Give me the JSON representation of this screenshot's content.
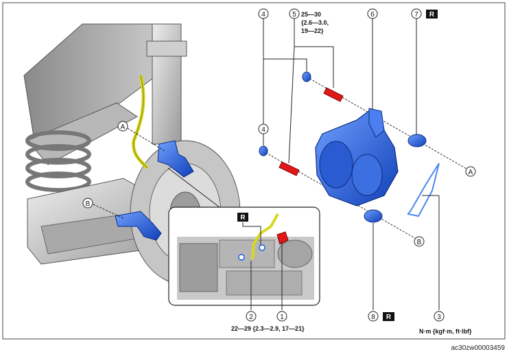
{
  "callouts": {
    "c1": "1",
    "c2": "2",
    "c3": "3",
    "c4a": "4",
    "c4b": "4",
    "c5": "5",
    "c6": "6",
    "c7": "7",
    "c8": "8"
  },
  "refs": {
    "a_left": "A",
    "a_right": "A",
    "b_left": "B",
    "b_right": "B"
  },
  "replace_marks": {
    "r7": "R",
    "r8": "R",
    "rdetail": "R"
  },
  "torque": {
    "bolt5_line1": "25—30",
    "bolt5_line2": "{2.6—3.0,",
    "bolt5_line3": "19—22}",
    "bottom": "22—29 {2.3—2.9, 17—21}"
  },
  "units": "N·m {kgf·m, ft·lbf}",
  "figure_code": "ac30zw00003459",
  "colors": {
    "part_blue": "#1f5fe0",
    "bolt_red": "#e01818",
    "hose_yellow": "#d8d820"
  }
}
